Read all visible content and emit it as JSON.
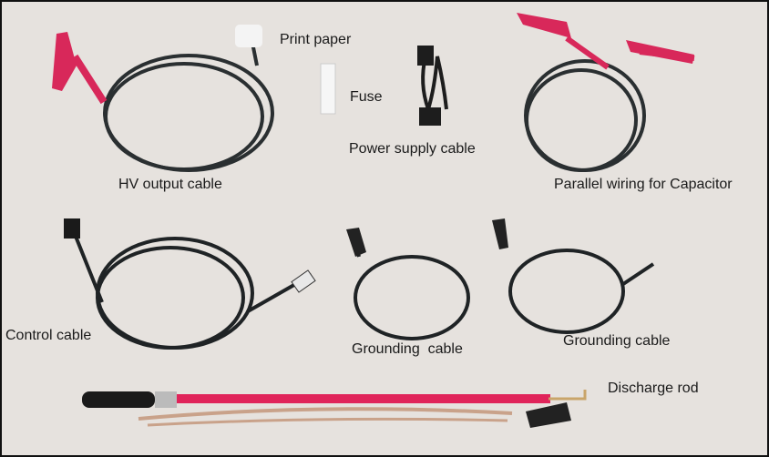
{
  "labels": {
    "print_paper": "Print paper",
    "fuse": "Fuse",
    "power_supply_cable": "Power supply cable",
    "hv_output_cable": "HV output cable",
    "parallel_wiring": "Parallel wiring for Capacitor",
    "control_cable": "Control cable",
    "grounding_cable_1": "Grounding  cable",
    "grounding_cable_2": "Grounding cable",
    "discharge_rod": "Discharge rod"
  },
  "colors": {
    "background": "#e6e2de",
    "cable": "#2a2f31",
    "clamp_red": "#d8285a",
    "rod_red": "#e0245a",
    "copper": "#c9a28a"
  }
}
